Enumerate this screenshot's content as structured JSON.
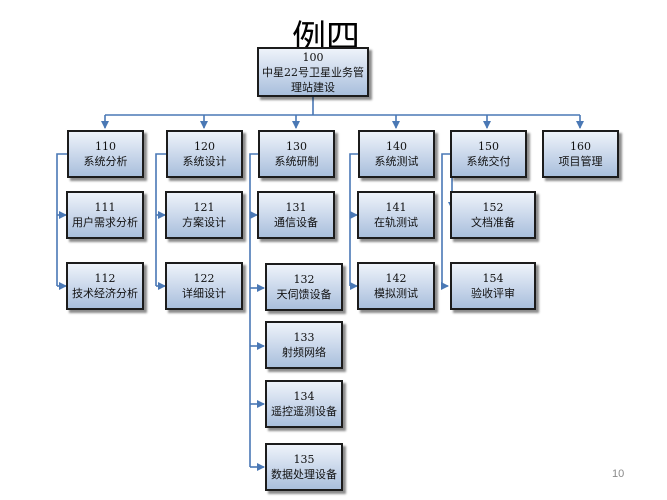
{
  "slide": {
    "title": "例四",
    "page_number": "10"
  },
  "nodes": {
    "root": {
      "code": "100",
      "name_line1": "中星22号卫星业务管",
      "name_line2": "理站建设"
    },
    "n110": {
      "code": "110",
      "name": "系统分析"
    },
    "n111": {
      "code": "111",
      "name": "用户需求分析"
    },
    "n112": {
      "code": "112",
      "name": "技术经济分析"
    },
    "n120": {
      "code": "120",
      "name": "系统设计"
    },
    "n121": {
      "code": "121",
      "name": "方案设计"
    },
    "n122": {
      "code": "122",
      "name": "详细设计"
    },
    "n130": {
      "code": "130",
      "name": "系统研制"
    },
    "n131": {
      "code": "131",
      "name": "通信设备"
    },
    "n132": {
      "code": "132",
      "name": "天伺馈设备"
    },
    "n133": {
      "code": "133",
      "name": "射频网络"
    },
    "n134": {
      "code": "134",
      "name": "遥控遥测设备"
    },
    "n135": {
      "code": "135",
      "name": "数据处理设备"
    },
    "n140": {
      "code": "140",
      "name": "系统测试"
    },
    "n141": {
      "code": "141",
      "name": "在轨测试"
    },
    "n142": {
      "code": "142",
      "name": "模拟测试"
    },
    "n150": {
      "code": "150",
      "name": "系统交付"
    },
    "n152": {
      "code": "152",
      "name": "文档准备"
    },
    "n154": {
      "code": "154",
      "name": "验收评审"
    },
    "n160": {
      "code": "160",
      "name": "项目管理"
    }
  },
  "colors": {
    "connector": "#4a78b5",
    "node_border": "#1c1c1c",
    "node_fill_top": "#eef3fa",
    "node_fill_bottom": "#a9bfdc"
  }
}
